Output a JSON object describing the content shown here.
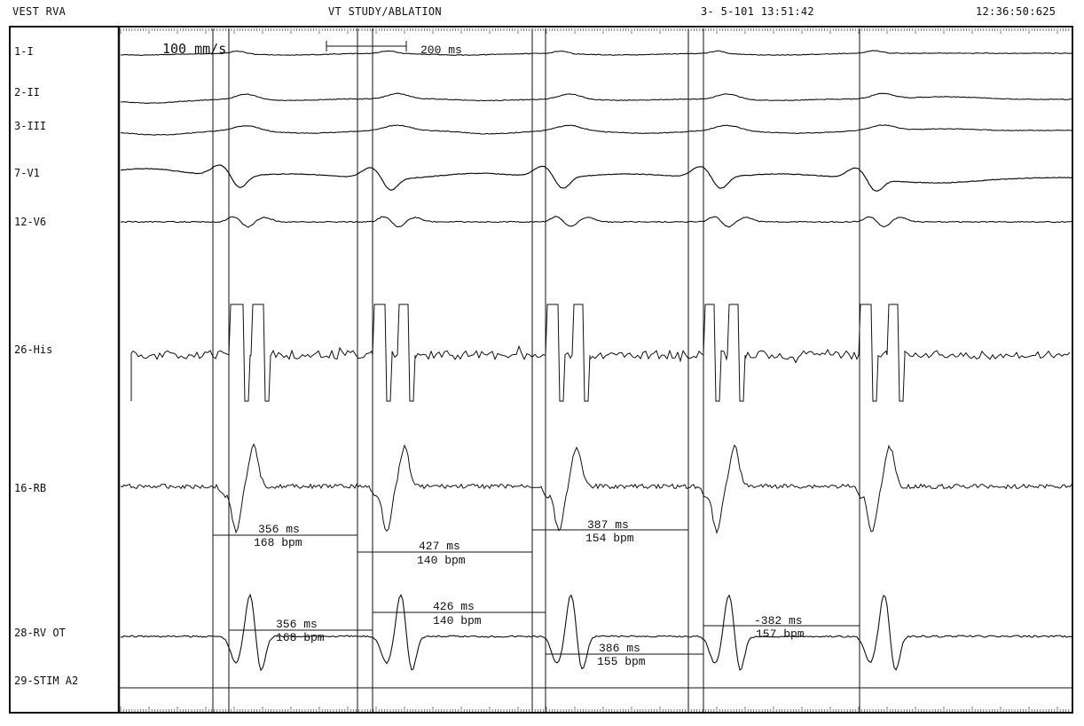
{
  "header": {
    "left": "VEST RVA",
    "center": "VT STUDY/ABLATION",
    "date_time": "3- 5-101 13:51:42",
    "clock": "12:36:50:625"
  },
  "recording": {
    "speed": "100 mm/s",
    "scale_bar": "200 ms"
  },
  "channels": [
    "1-I",
    "2-II",
    "3-III",
    "7-V1",
    "12-V6",
    "26-His",
    "16-RB",
    "28-RV OT",
    "29-STIM A2"
  ],
  "measurements_rb": [
    {
      "ms": "356 ms",
      "bpm": "168 bpm"
    },
    {
      "ms": "427 ms",
      "bpm": "140 bpm"
    },
    {
      "ms": "387 ms",
      "bpm": "154 bpm"
    }
  ],
  "measurements_rvot": [
    {
      "ms": "356 ms",
      "bpm": "168 bpm"
    },
    {
      "ms": "426 ms",
      "bpm": "140 bpm"
    },
    {
      "ms": "386 ms",
      "bpm": "155 bpm"
    },
    {
      "ms": "-382 ms",
      "bpm": "157 bpm"
    }
  ]
}
